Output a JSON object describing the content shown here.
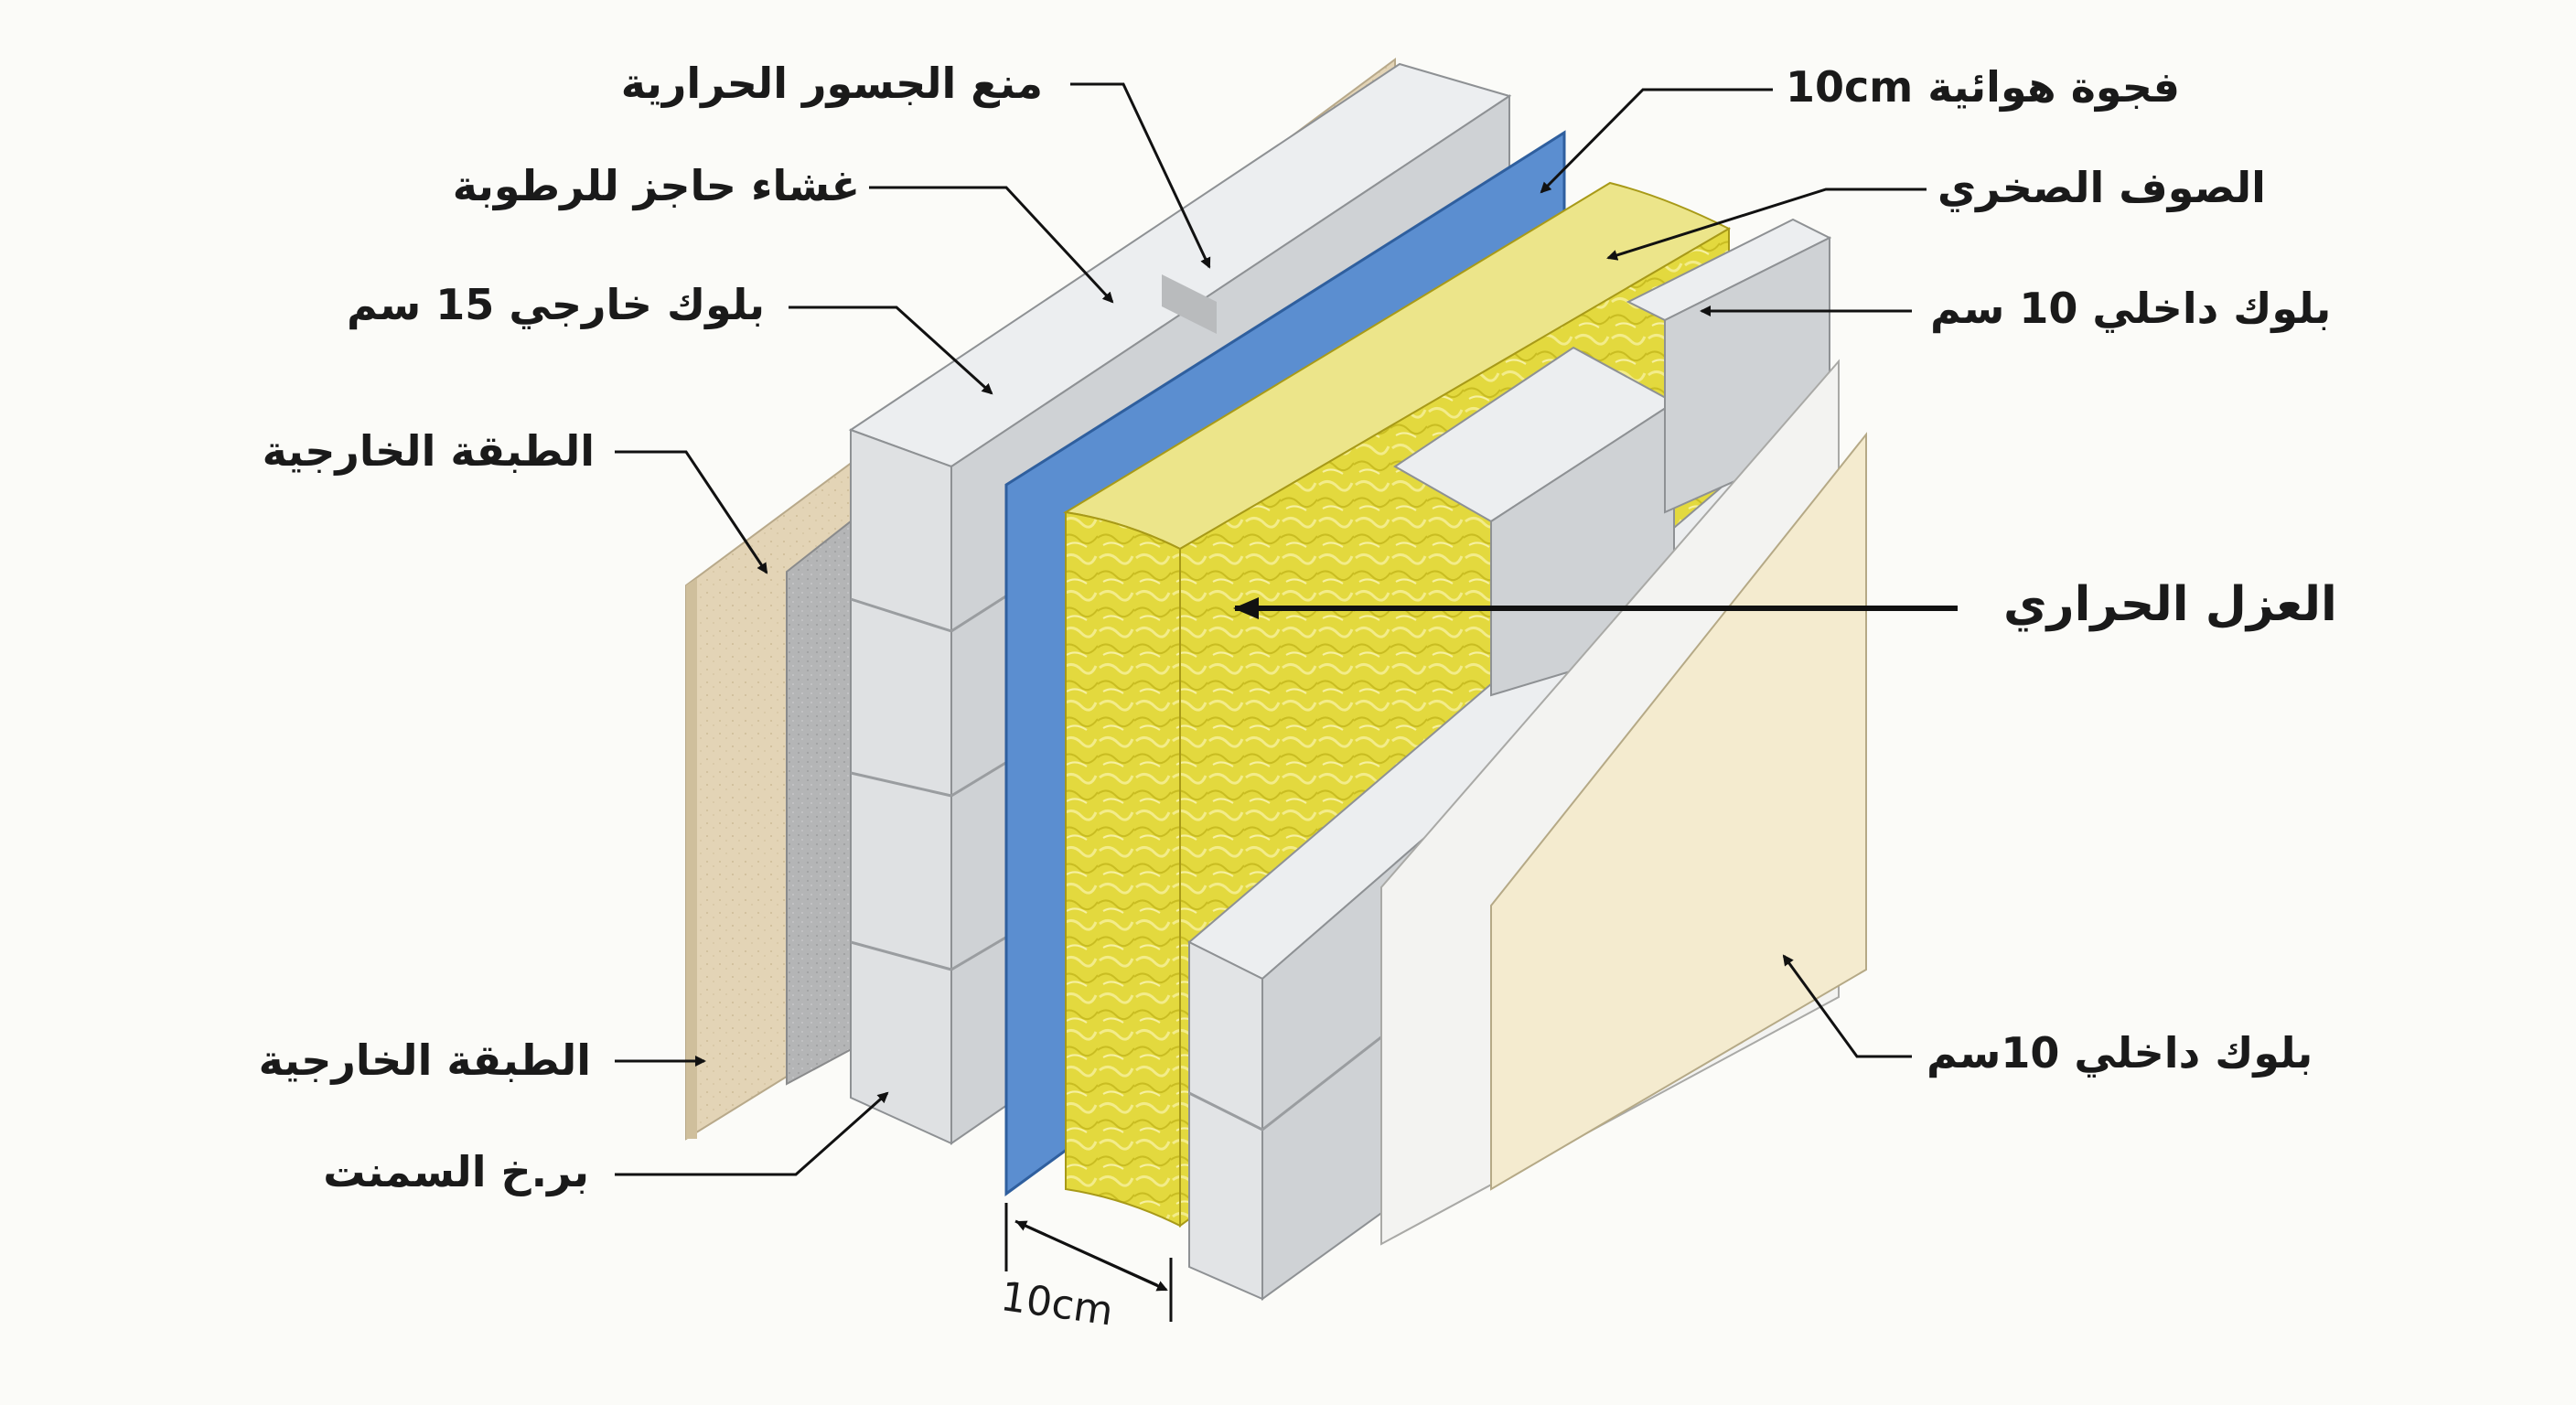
{
  "labels": {
    "thermal_bridge": "منع الجسور الحرارية",
    "moisture_membrane": "غشاء حاجز للرطوبة",
    "outer_block": "بلوك خارجي 15 سم",
    "outer_layer_top": "الطبقة الخارجية",
    "outer_layer_bottom": "الطبقة الخارجية",
    "cement_plaster": "بر.خ السمنت",
    "air_gap": "فجوة هوائية 10cm",
    "rock_wool": "الصوف الصخري",
    "inner_block_top": "بلوك داخلي 10 سم",
    "thermal_insulation": "العزل الحراري",
    "inner_block_bottom": "بلوك داخلي 10سم",
    "dimension": "10cm"
  },
  "colors": {
    "outer_layer": "#e3d3b5",
    "block_front": "#d6d8db",
    "block_top": "#eceef0",
    "membrane": "#5b8ed0",
    "insulation": "#e2d83e",
    "plaster": "#f4f4f2",
    "inner_finish": "#f4ebcf"
  }
}
